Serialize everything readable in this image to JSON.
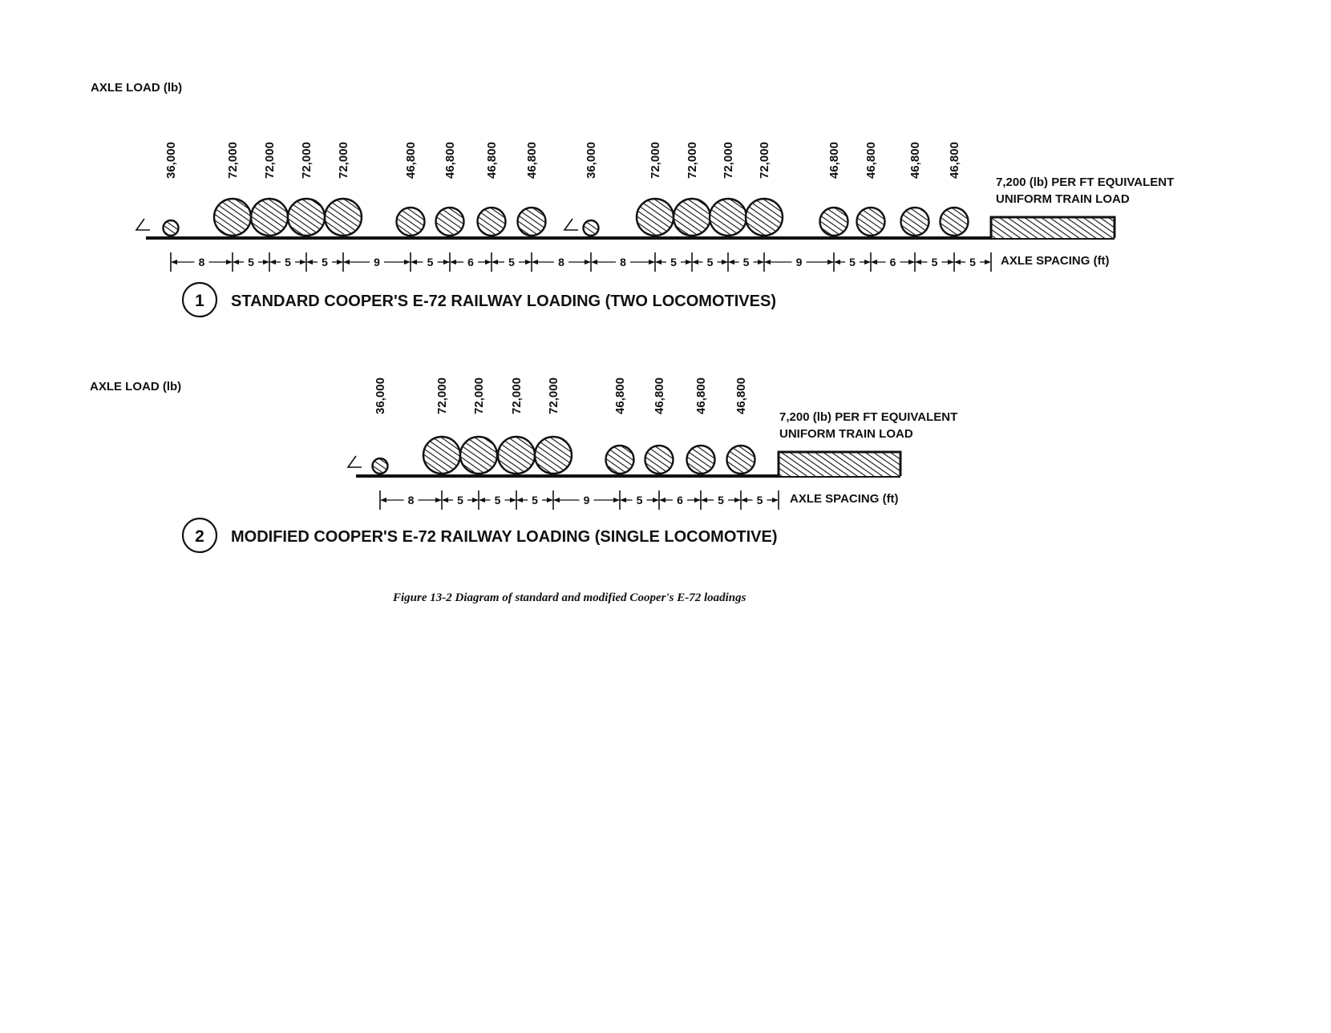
{
  "axis_title": "AXLE LOAD (lb)",
  "spacing_label": "AXLE SPACING (ft)",
  "uniform_load_lines": [
    "7,200 (lb) PER FT EQUIVALENT",
    "UNIFORM TRAIN LOAD"
  ],
  "figure_caption": "Figure 13-2 Diagram of standard and modified Cooper's E-72 loadings",
  "diagrams": [
    {
      "number": "1",
      "title": "STANDARD COOPER'S E-72 RAILWAY LOADING (TWO LOCOMOTIVES)",
      "axle_loads": [
        "36,000",
        "72,000",
        "72,000",
        "72,000",
        "72,000",
        "46,800",
        "46,800",
        "46,800",
        "46,800",
        "36,000",
        "72,000",
        "72,000",
        "72,000",
        "72,000",
        "46,800",
        "46,800",
        "46,800",
        "46,800"
      ],
      "spacings": [
        "8",
        "5",
        "5",
        "5",
        "9",
        "5",
        "6",
        "5",
        "8",
        "8",
        "5",
        "5",
        "5",
        "9",
        "5",
        "6",
        "5",
        "5"
      ]
    },
    {
      "number": "2",
      "title": "MODIFIED COOPER'S E-72 RAILWAY LOADING (SINGLE LOCOMOTIVE)",
      "axle_loads": [
        "36,000",
        "72,000",
        "72,000",
        "72,000",
        "72,000",
        "46,800",
        "46,800",
        "46,800",
        "46,800"
      ],
      "spacings": [
        "8",
        "5",
        "5",
        "5",
        "9",
        "5",
        "6",
        "5",
        "5"
      ]
    }
  ]
}
